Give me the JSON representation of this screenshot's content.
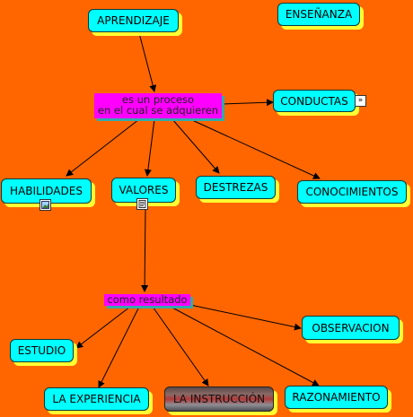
{
  "concepts": {
    "aprendizaje": "APRENDIZAJE",
    "ensenanza": "ENSEÑANZA",
    "conductas": "CONDUCTAS",
    "habilidades": "HABILIDADES",
    "valores": "VALORES",
    "destrezas": "DESTREZAS",
    "conocimientos": "CONOCIMIENTOS",
    "estudio": "ESTUDIO",
    "observacion": "OBSERVACION",
    "la_experiencia": "LA EXPERIENCIA",
    "la_instruccion": "LA INSTRUCCIÓN",
    "razonamiento": "RAZONAMIENTO"
  },
  "linking_phrases": {
    "proceso_line1": "es un proceso",
    "proceso_line2": "en el cual se adquieren",
    "resultado": "como resultado"
  },
  "icons": {
    "conductas": "expand-arrows-icon",
    "habilidades": "image-icon",
    "valores": "document-icon"
  },
  "colors": {
    "background": "#FF6600",
    "concept_fill": "#00FFFF",
    "concept_shadow": "#FFFF33",
    "linking_fill": "#FF00FF",
    "edge": "#000000"
  }
}
